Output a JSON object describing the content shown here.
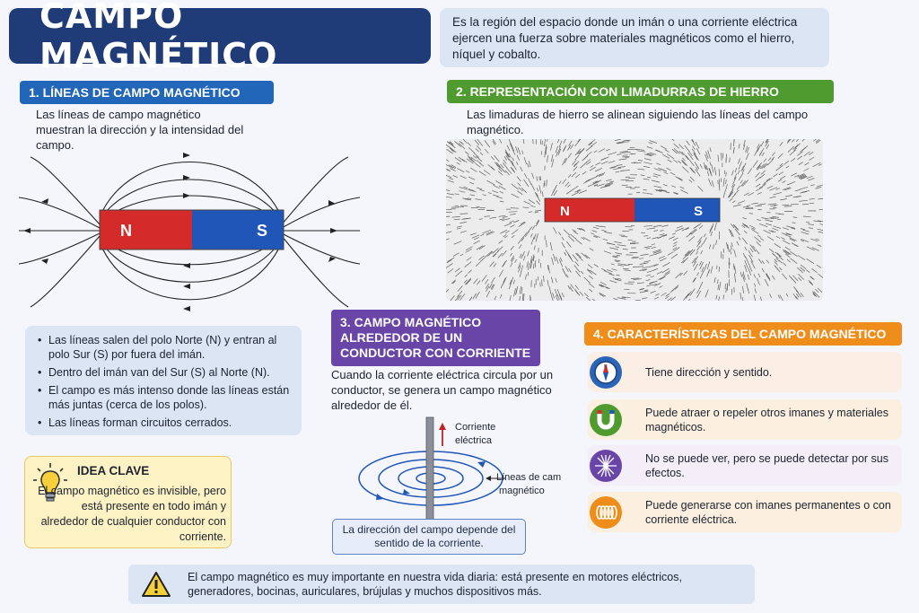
{
  "title": "CAMPO MAGNÉTICO",
  "intro": "Es la región del espacio donde un imán o una corriente eléctrica ejercen una fuerza sobre materiales magnéticos como el hierro, níquel y cobalto.",
  "section1": {
    "heading": "1. LÍNEAS DE CAMPO MAGNÉTICO",
    "text": "Las líneas de campo magnético muestran la dirección y la intensidad del campo.",
    "magnet_n": "N",
    "magnet_s": "S",
    "bullets": [
      "Las líneas salen del polo Norte (N) y entran al polo Sur (S) por fuera del imán.",
      "Dentro del imán van del Sur (S) al Norte (N).",
      "El campo es más intenso donde las líneas están más juntas (cerca de los polos).",
      "Las líneas forman circuitos cerrados."
    ]
  },
  "idea": {
    "title": "IDEA CLAVE",
    "text": "El campo magnético es invisible, pero está presente en todo imán y alrededor de cualquier conductor con corriente."
  },
  "section2": {
    "heading": "2. REPRESENTACIÓN CON LIMADURRAS DE HIERRO",
    "text": "Las limaduras de hierro se alinean siguiendo las líneas del campo magnético.",
    "magnet_n": "N",
    "magnet_s": "S"
  },
  "section3": {
    "heading": "3. CAMPO MAGNÉTICO ALREDEDOR DE UN CONDUCTOR CON CORRIENTE",
    "text": "Cuando la corriente eléctrica circula por un conductor, se genera un campo magnético alrededor de él.",
    "current_label_1": "Corriente",
    "current_label_2": "eléctrica",
    "lines_label_1": "Líneas de campo",
    "lines_label_2": "magnético",
    "note": "La dirección del campo depende del sentido de la corriente."
  },
  "section4": {
    "heading": "4. CARACTERÍSTICAS DEL CAMPO MAGNÉTICO",
    "items": [
      {
        "icon": "compass-icon",
        "text": "Tiene dirección y sentido."
      },
      {
        "icon": "horseshoe-magnet-icon",
        "text": "Puede atraer o repeler otros imanes y materiales magnéticos."
      },
      {
        "icon": "invisible-field-icon",
        "text": "No se puede ver, pero se puede detectar por sus efectos."
      },
      {
        "icon": "coil-icon",
        "text": "Puede generarse con imanes permanentes o con corriente eléctrica."
      }
    ]
  },
  "footer": {
    "icon": "warning-icon",
    "text": "El campo magnético es muy importante en nuestra vida diaria: está presente en motores eléctricos, generadores, bocinas, auriculares, brújulas y muchos dispositivos más."
  },
  "colors": {
    "title_bg": "#1f3c78",
    "sec1": "#2166b8",
    "sec2": "#4f9b2f",
    "sec3": "#6a45a8",
    "sec4": "#ef8d1a",
    "north": "#d42a2a",
    "south": "#1f56b8"
  }
}
